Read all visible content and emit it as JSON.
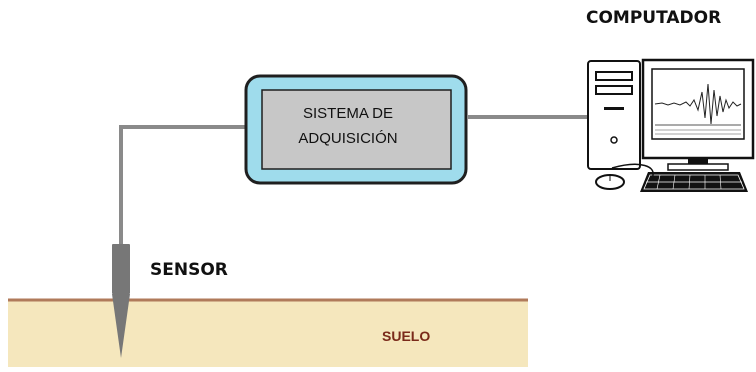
{
  "labels": {
    "computer": "COMPUTADOR",
    "acquisition_line1": "SISTEMA DE",
    "acquisition_line2": "ADQUISICIÓN",
    "sensor": "SENSOR",
    "ground": "SUELO"
  },
  "colors": {
    "ground_fill": "#f5e7bd",
    "ground_line": "#b07a5a",
    "acquisition_outer": "#9fdcec",
    "acquisition_inner": "#c7c7c7",
    "cable": "#8a8a8a",
    "sensor": "#777777",
    "suelo_text": "#7a2a1a"
  },
  "icons": [
    "computer-tower-icon",
    "monitor-icon",
    "keyboard-icon",
    "mouse-icon",
    "seismic-signal-icon"
  ]
}
